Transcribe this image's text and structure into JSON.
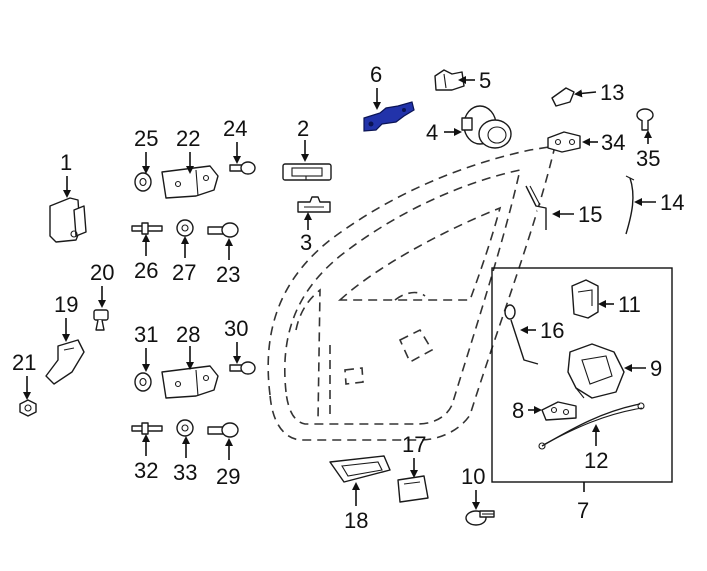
{
  "highlight_color": "#2233aa",
  "callouts": {
    "n1": "1",
    "n2": "2",
    "n3": "3",
    "n4": "4",
    "n5": "5",
    "n6": "6",
    "n7": "7",
    "n8": "8",
    "n9": "9",
    "n10": "10",
    "n11": "11",
    "n12": "12",
    "n13": "13",
    "n14": "14",
    "n15": "15",
    "n16": "16",
    "n17": "17",
    "n18": "18",
    "n19": "19",
    "n20": "20",
    "n21": "21",
    "n22": "22",
    "n23": "23",
    "n24": "24",
    "n25": "25",
    "n26": "26",
    "n27": "27",
    "n28": "28",
    "n29": "29",
    "n30": "30",
    "n31": "31",
    "n32": "32",
    "n33": "33",
    "n34": "34",
    "n35": "35"
  }
}
